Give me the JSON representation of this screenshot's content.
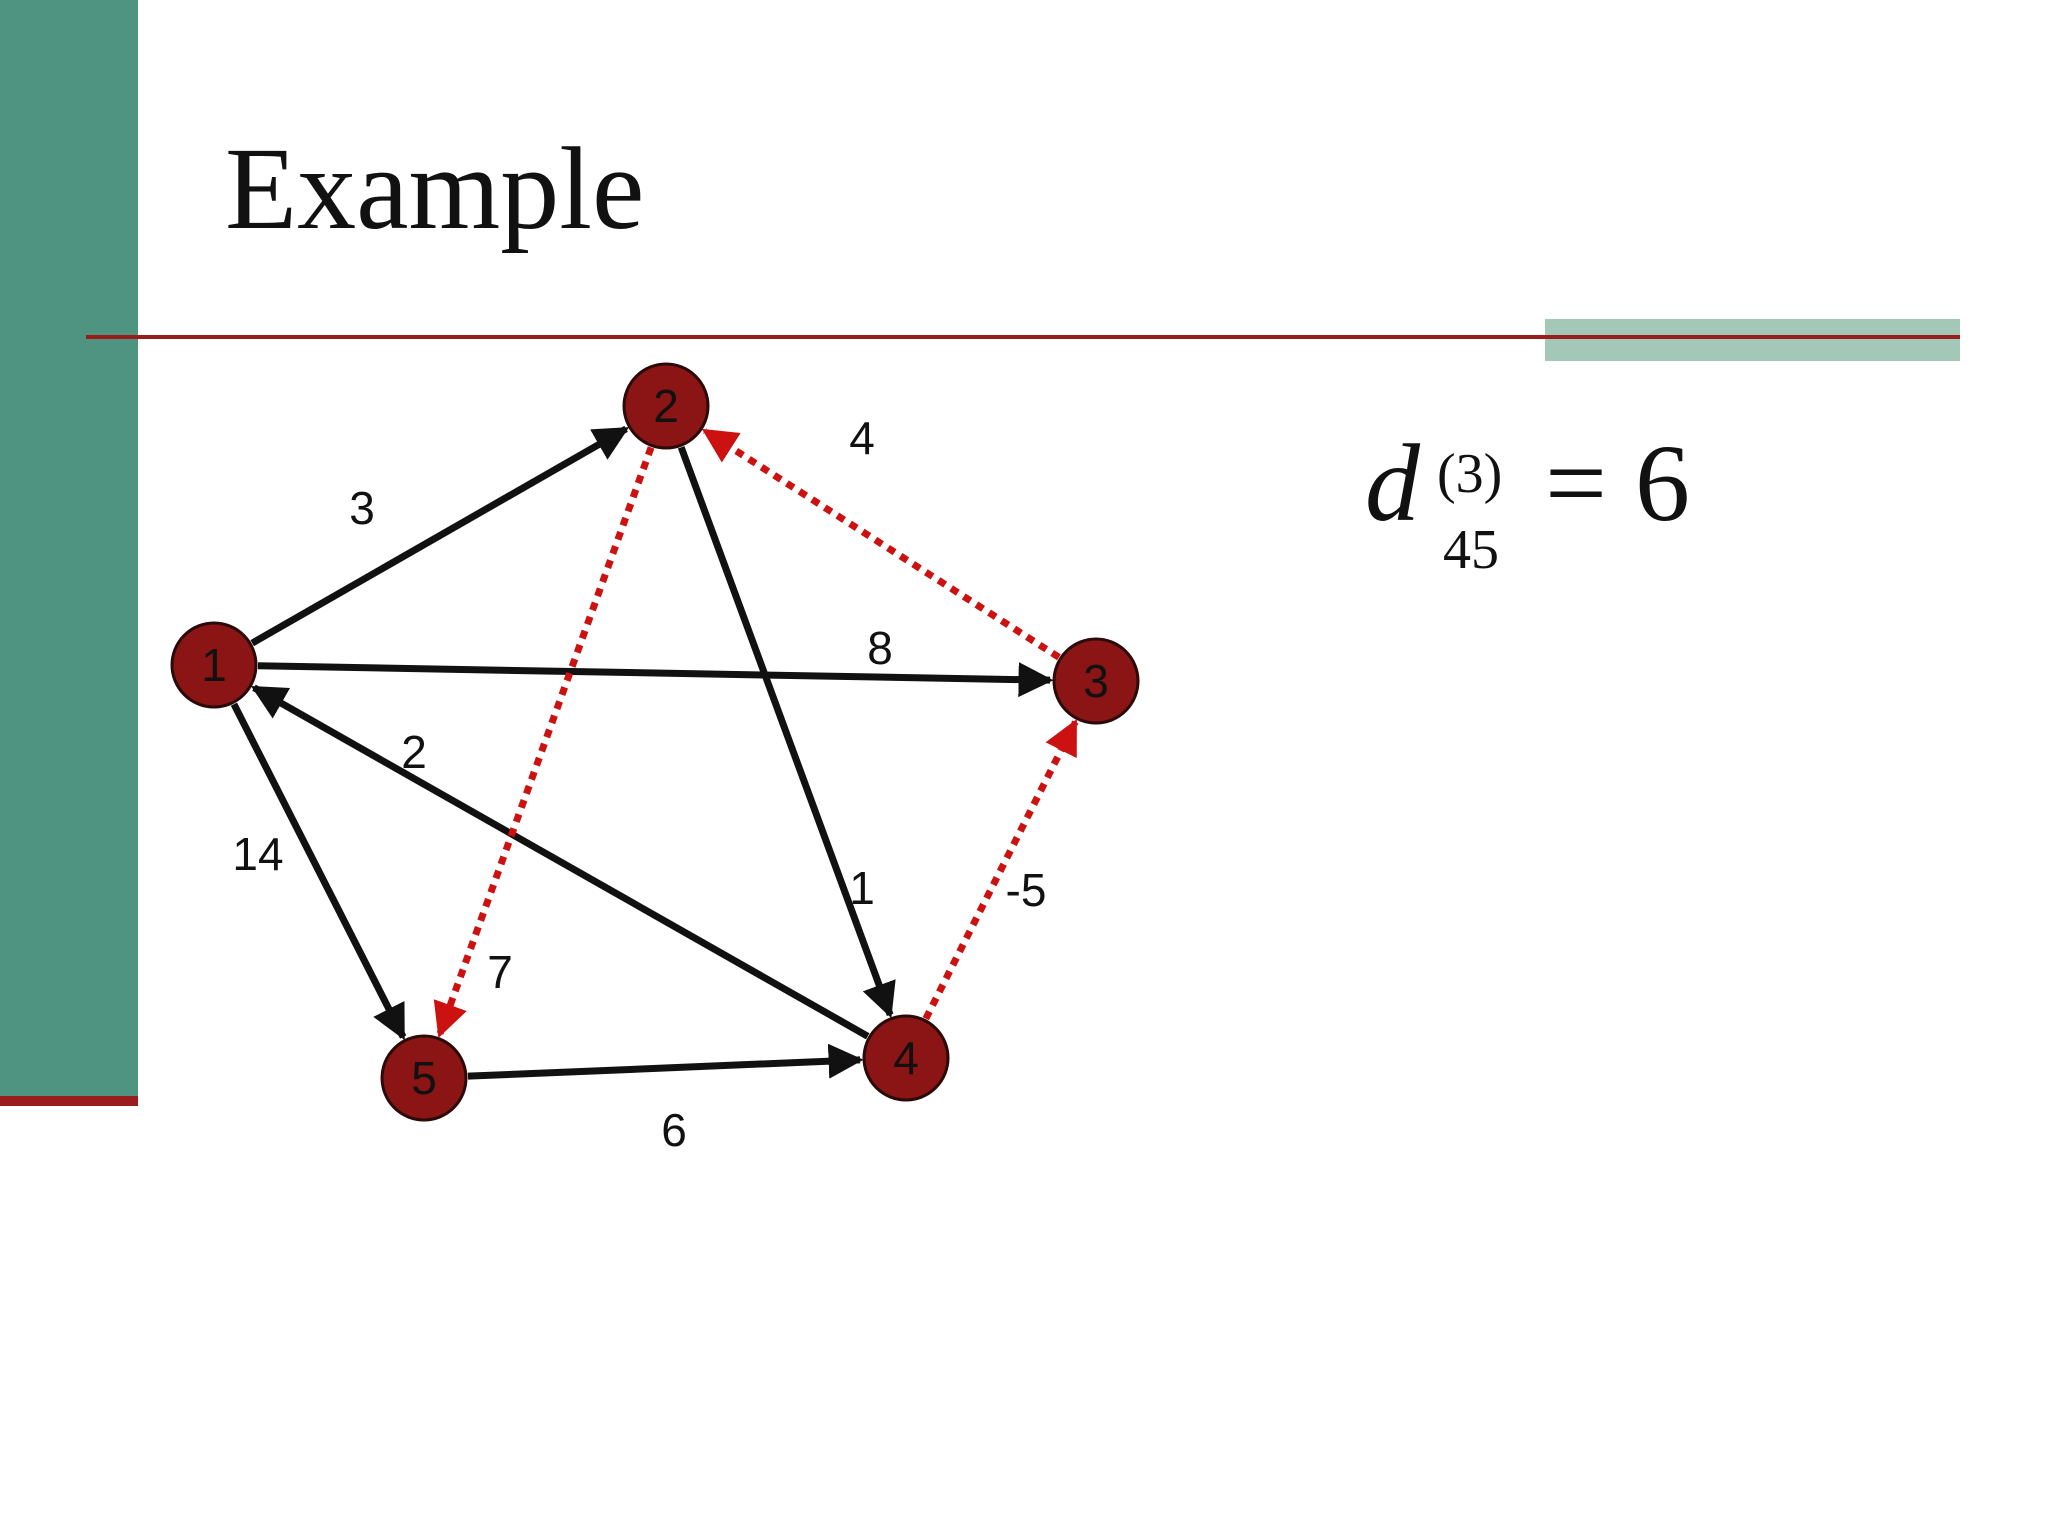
{
  "slide": {
    "title": "Example",
    "colors": {
      "left_bar": "#4f9480",
      "accent_red": "#9b1c1c",
      "rule_block": "#a3c8b8",
      "node_fill": "#8b1414",
      "edge_solid": "#111111",
      "edge_highlight": "#cc1111"
    }
  },
  "formula": {
    "variable": "d",
    "superscript": "(3)",
    "subscript": "45",
    "equals": "=",
    "value": "6"
  },
  "graph": {
    "nodes": [
      {
        "id": "1",
        "label": "1"
      },
      {
        "id": "2",
        "label": "2"
      },
      {
        "id": "3",
        "label": "3"
      },
      {
        "id": "4",
        "label": "4"
      },
      {
        "id": "5",
        "label": "5"
      }
    ],
    "edges": [
      {
        "from": "1",
        "to": "2",
        "weight": "3",
        "highlighted": false
      },
      {
        "from": "1",
        "to": "3",
        "weight": "8",
        "highlighted": false
      },
      {
        "from": "1",
        "to": "5",
        "weight": "14",
        "highlighted": false
      },
      {
        "from": "2",
        "to": "4",
        "weight": "1",
        "highlighted": false
      },
      {
        "from": "4",
        "to": "1",
        "weight": "2",
        "highlighted": false
      },
      {
        "from": "5",
        "to": "4",
        "weight": "6",
        "highlighted": false
      },
      {
        "from": "4",
        "to": "3",
        "weight": "-5",
        "highlighted": true
      },
      {
        "from": "3",
        "to": "2",
        "weight": "4",
        "highlighted": true
      },
      {
        "from": "2",
        "to": "5",
        "weight": "7",
        "highlighted": true
      }
    ]
  }
}
